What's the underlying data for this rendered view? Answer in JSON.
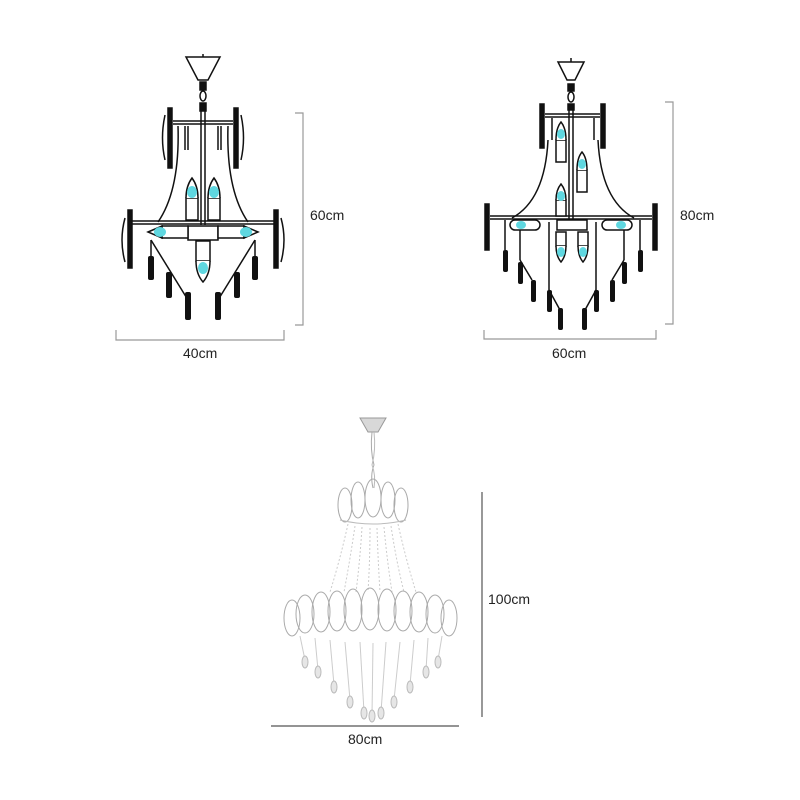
{
  "products": [
    {
      "name": "chandelier-small",
      "width_label": "40cm",
      "height_label": "60cm",
      "bulb_color": "#5fd7e0"
    },
    {
      "name": "chandelier-medium",
      "width_label": "60cm",
      "height_label": "80cm",
      "bulb_color": "#5fd7e0"
    },
    {
      "name": "chandelier-crystal-large",
      "width_label": "80cm",
      "height_label": "100cm"
    }
  ],
  "colors": {
    "line": "#111111",
    "dimension_line": "#999999",
    "dimension_line_dark": "#555555",
    "bulb": "#5fd7e0",
    "crystal": "#bbbbbb"
  }
}
